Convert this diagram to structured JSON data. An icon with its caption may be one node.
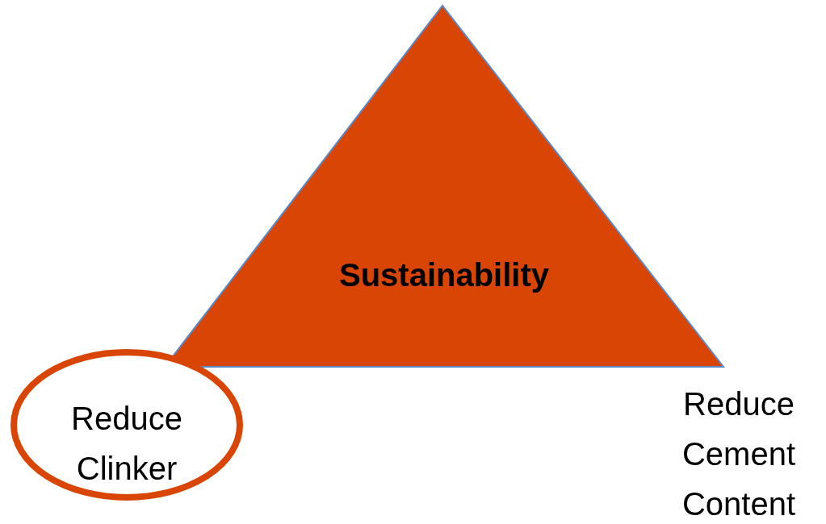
{
  "diagram": {
    "nodes": [
      {
        "text": [
          "Sustainability"
        ]
      },
      {
        "text": [
          "Reduce Clinker"
        ]
      },
      {
        "text": [
          "Reduce Cement Content"
        ]
      }
    ]
  }
}
